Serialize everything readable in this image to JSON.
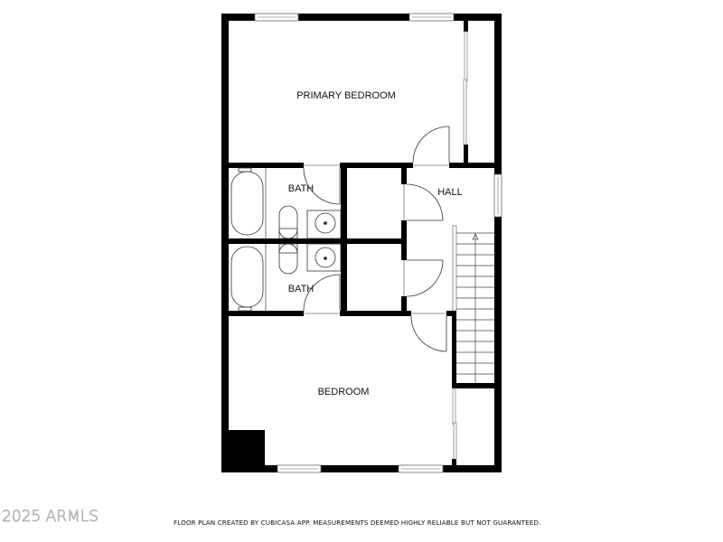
{
  "floor_plan": {
    "rooms": [
      {
        "id": "primary-bedroom",
        "label": "PRIMARY BEDROOM"
      },
      {
        "id": "bath-1",
        "label": "BATH"
      },
      {
        "id": "hall",
        "label": "HALL"
      },
      {
        "id": "bath-2",
        "label": "BATH"
      },
      {
        "id": "bedroom",
        "label": "BEDROOM"
      }
    ],
    "colors": {
      "wall": "#000000",
      "fixture_line": "#333333",
      "window": "#777777",
      "background": "#ffffff"
    }
  },
  "footer": {
    "watermark": "2025 ARMLS",
    "disclaimer": "FLOOR PLAN CREATED BY CUBICASA APP. MEASUREMENTS DEEMED HIGHLY RELIABLE BUT NOT GUARANTEED."
  }
}
